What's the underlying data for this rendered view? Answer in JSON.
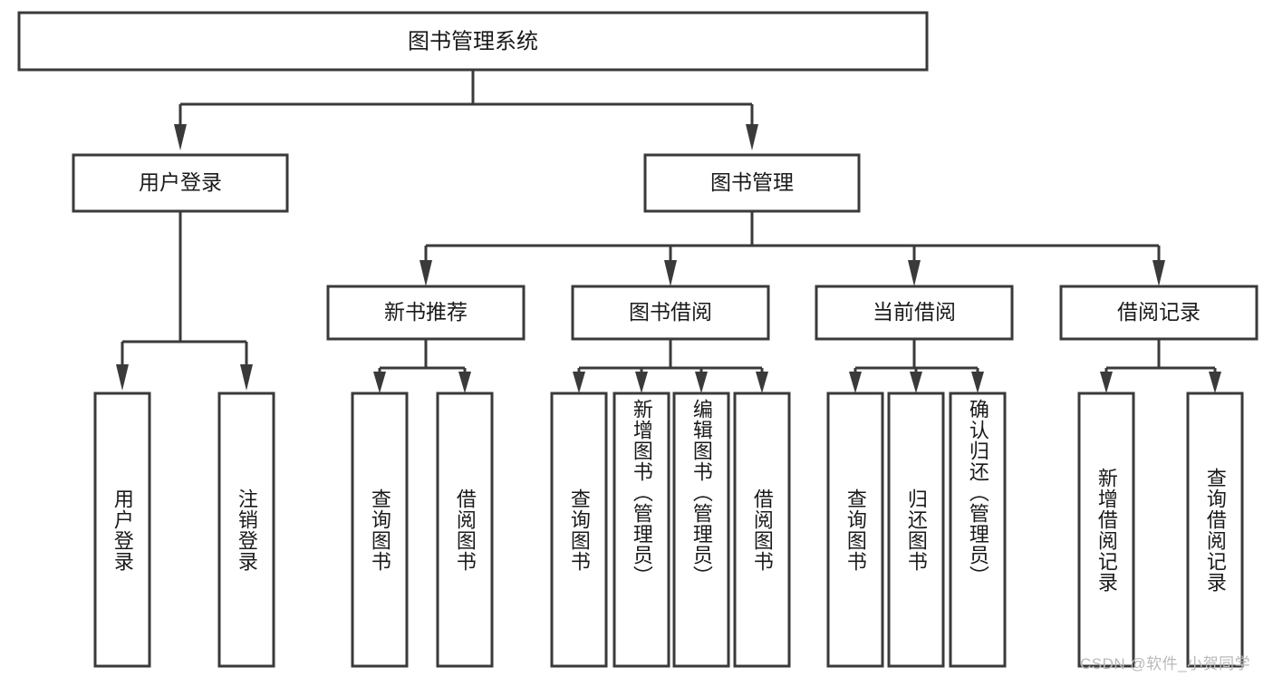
{
  "diagram": {
    "type": "tree-hierarchy",
    "title": "图书管理系统",
    "watermark": "CSDN @软件_小贺同学",
    "colors": {
      "stroke": "#3a3a3a",
      "fill": "#ffffff",
      "text": "#1a1a1a",
      "watermark": "#b9b9b9",
      "background": "#ffffff"
    },
    "levels": {
      "root": {
        "label": "图书管理系统"
      },
      "level2": [
        {
          "label": "用户登录"
        },
        {
          "label": "图书管理"
        }
      ],
      "level3": [
        {
          "label": "新书推荐"
        },
        {
          "label": "图书借阅"
        },
        {
          "label": "当前借阅"
        },
        {
          "label": "借阅记录"
        }
      ],
      "level4": [
        {
          "label": "用户登录",
          "parent": "用户登录"
        },
        {
          "label": "注销登录",
          "parent": "用户登录"
        },
        {
          "label": "查询图书",
          "parent": "新书推荐"
        },
        {
          "label": "借阅图书",
          "parent": "新书推荐"
        },
        {
          "label": "查询图书",
          "parent": "图书借阅"
        },
        {
          "label": "新增图书（管理员）",
          "parent": "图书借阅"
        },
        {
          "label": "编辑图书（管理员）",
          "parent": "图书借阅"
        },
        {
          "label": "借阅图书",
          "parent": "图书借阅"
        },
        {
          "label": "查询图书",
          "parent": "当前借阅"
        },
        {
          "label": "归还图书",
          "parent": "当前借阅"
        },
        {
          "label": "确认归还（管理员）",
          "parent": "当前借阅"
        },
        {
          "label": "新增借阅记录",
          "parent": "借阅记录"
        },
        {
          "label": "查询借阅记录",
          "parent": "借阅记录"
        }
      ]
    }
  }
}
